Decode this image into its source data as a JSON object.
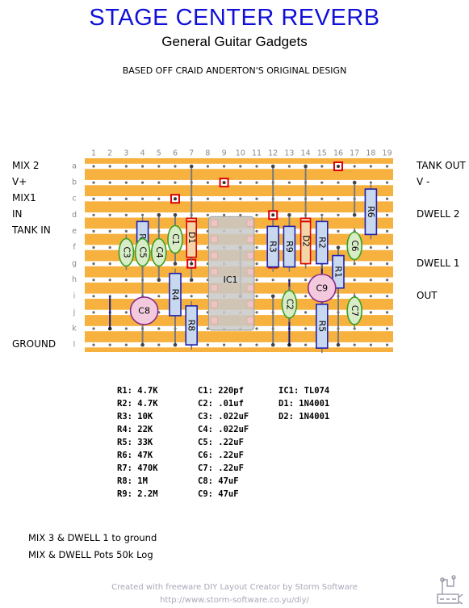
{
  "header": {
    "title": "STAGE CENTER REVERB",
    "subtitle": "General Guitar Gadgets",
    "based_on": "BASED OFF CRAID ANDERTON'S ORIGINAL DESIGN"
  },
  "board": {
    "columns": [
      "1",
      "2",
      "3",
      "4",
      "5",
      "6",
      "7",
      "8",
      "9",
      "10",
      "11",
      "12",
      "13",
      "14",
      "15",
      "16",
      "17",
      "18",
      "19"
    ],
    "rows": [
      "a",
      "b",
      "c",
      "d",
      "e",
      "f",
      "g",
      "h",
      "i",
      "j",
      "k",
      "l"
    ],
    "colors": {
      "board": "#f7b13f",
      "strip": "#ffffff",
      "hole": "#6a6a6a",
      "wire": "#7a7a7a",
      "pad": "#dd0000"
    }
  },
  "pin_labels": {
    "left": [
      {
        "row": "a",
        "text": "MIX 2"
      },
      {
        "row": "b",
        "text": "V+"
      },
      {
        "row": "c",
        "text": "MIX1"
      },
      {
        "row": "d",
        "text": "IN"
      },
      {
        "row": "e",
        "text": "TANK IN"
      },
      {
        "row": "l",
        "text": "GROUND"
      }
    ],
    "right": [
      {
        "row": "a",
        "text": "TANK OUT"
      },
      {
        "row": "b",
        "text": "V -"
      },
      {
        "row": "d",
        "text": "DWELL 2"
      },
      {
        "row": "g",
        "text": "DWELL 1"
      },
      {
        "row": "i",
        "text": "OUT"
      }
    ]
  },
  "components": {
    "ic": {
      "label": "IC1"
    },
    "resistors": [
      {
        "label": "R7"
      },
      {
        "label": "R4"
      },
      {
        "label": "R8"
      },
      {
        "label": "R3"
      },
      {
        "label": "R9"
      },
      {
        "label": "R2"
      },
      {
        "label": "R1"
      },
      {
        "label": "R5"
      },
      {
        "label": "R6"
      }
    ],
    "film_caps": [
      {
        "label": "C3"
      },
      {
        "label": "C5"
      },
      {
        "label": "C4"
      },
      {
        "label": "C1"
      },
      {
        "label": "C2"
      },
      {
        "label": "C6"
      },
      {
        "label": "C7"
      }
    ],
    "electrolytics": [
      {
        "label": "C8"
      },
      {
        "label": "C9"
      }
    ],
    "diodes": [
      {
        "label": "D1"
      },
      {
        "label": "D2"
      }
    ]
  },
  "parts_list": {
    "resistors": [
      "R1: 4.7K",
      "R2: 4.7K",
      "R3: 10K",
      "R4: 22K",
      "R5: 33K",
      "R6: 47K",
      "R7: 470K",
      "R8: 1M",
      "R9: 2.2M"
    ],
    "capacitors": [
      "C1: 220pf",
      "C2: .01uf",
      "C3: .022uF",
      "C4: .022uF",
      "C5: .22uF",
      "C6: .22uF",
      "C7: .22uF",
      "C8: 47uF",
      "C9: 47uF"
    ],
    "semis": [
      "IC1: TL074",
      "D1: 1N4001",
      "D2: 1N4001"
    ]
  },
  "notes": [
    "MIX 3 & DWELL 1 to ground",
    "MIX & DWELL Pots 50k Log"
  ],
  "footer": {
    "credit": "Created with freeware DIY Layout Creator by Storm Software",
    "url": "http://www.storm-software.co.yu/diy/"
  }
}
